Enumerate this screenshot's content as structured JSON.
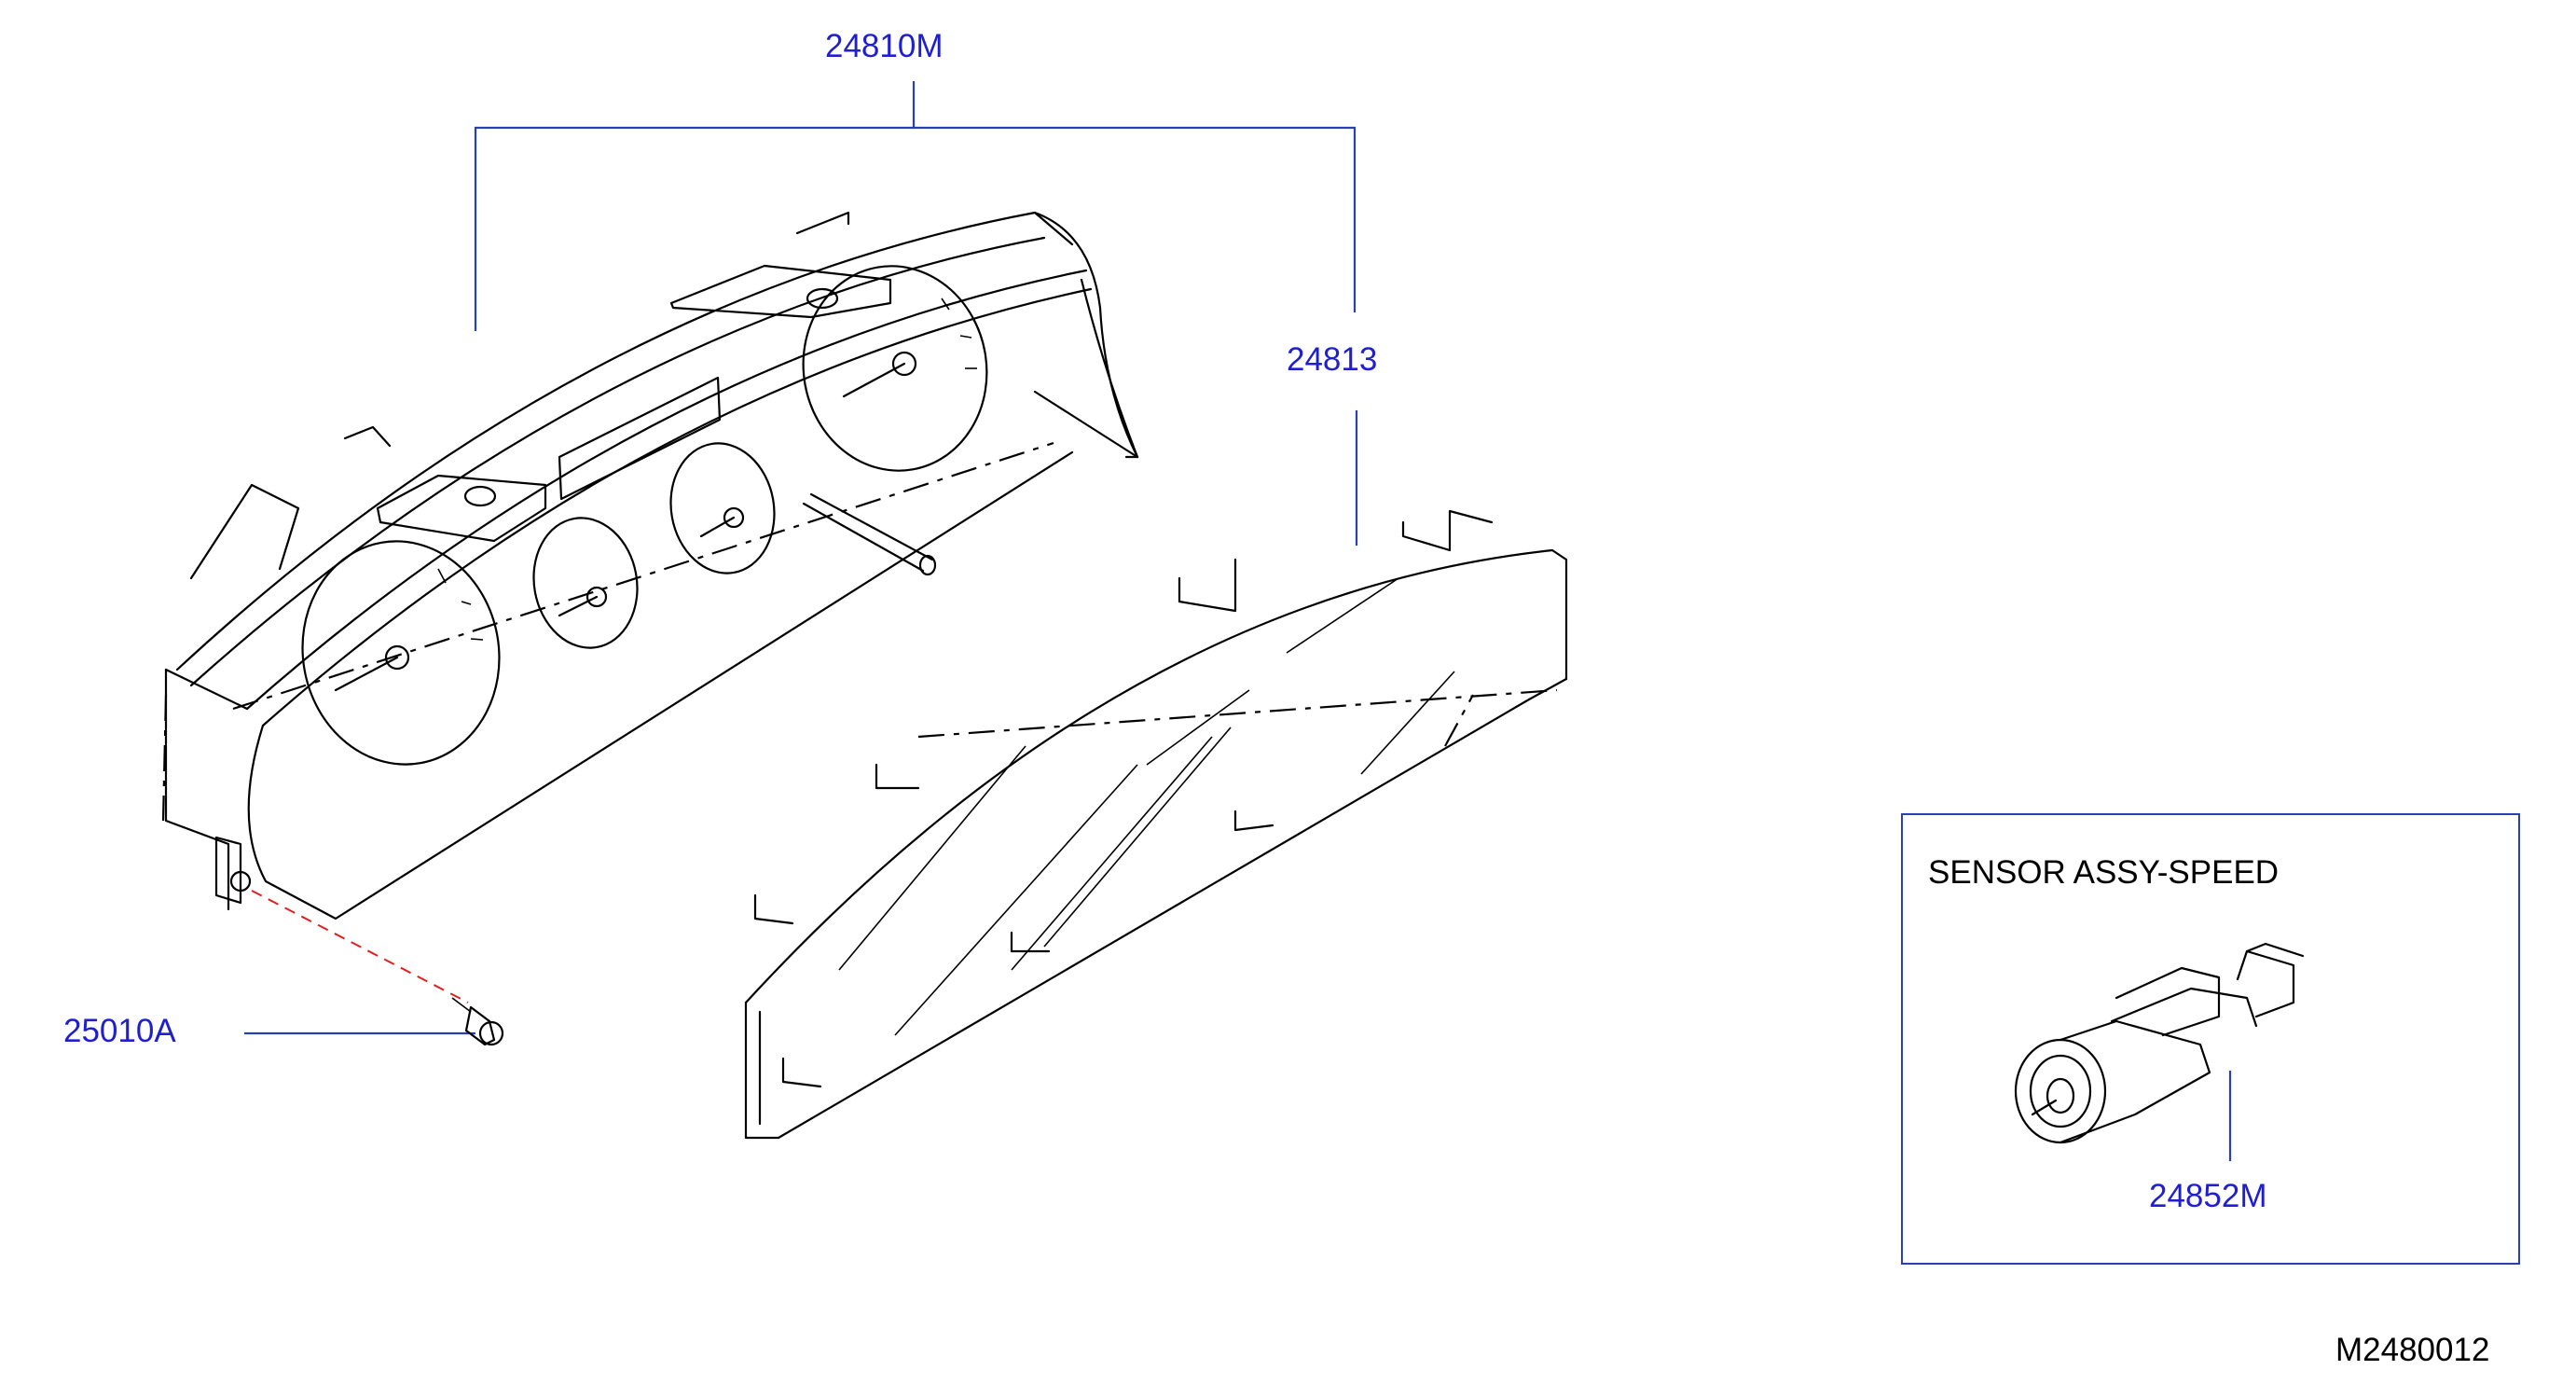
{
  "labels": {
    "meter_assy": "24810M",
    "lens": "24813",
    "screw": "25010A",
    "speed_sensor": "24852M",
    "inset_title": "SENSOR  ASSY-SPEED",
    "diagram_code": "M2480012"
  },
  "colors": {
    "part_number": "#1f1fd0",
    "leader_line": "#2a3fb0",
    "fastener_path": "#e02020",
    "drawing_line": "#000000"
  }
}
